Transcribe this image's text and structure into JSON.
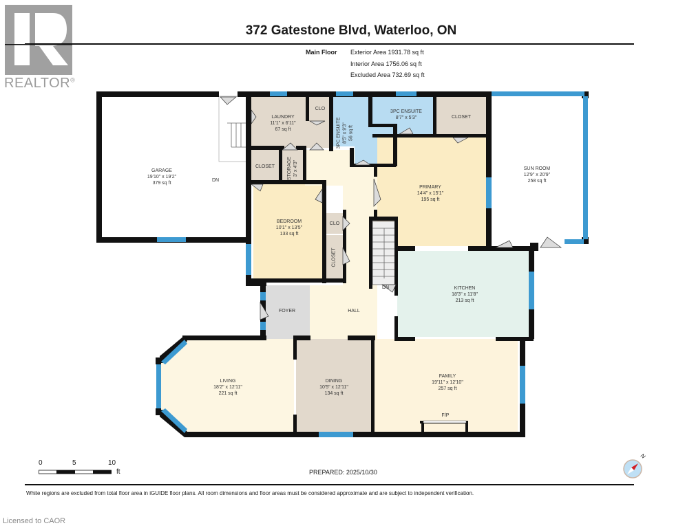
{
  "header": {
    "logo_text": "REALTOR",
    "logo_mark": "®",
    "title": "372 Gatestone Blvd, Waterloo, ON",
    "floor_name": "Main Floor",
    "areas": [
      "Exterior Area 1931.78 sq ft",
      "Interior Area 1756.06 sq ft",
      "Excluded Area 732.69 sq ft"
    ]
  },
  "rooms": {
    "garage": {
      "name": "GARAGE",
      "dims": "19'10\" x 19'2\"",
      "area": "379 sq ft"
    },
    "laundry": {
      "name": "LAUNDRY",
      "dims": "11'1\" x 6'11\"",
      "area": "67 sq ft"
    },
    "clo_laundry": {
      "name": "CLO"
    },
    "ensuite_a": {
      "name": "3PC ENSUITE",
      "dims": "8'5\" x 9'3\"",
      "area": "56 sq ft"
    },
    "ensuite_b": {
      "name": "3PC ENSUITE",
      "dims": "8'7\" x 5'3\""
    },
    "closet_primary": {
      "name": "CLOSET"
    },
    "sun_room": {
      "name": "SUN ROOM",
      "dims": "12'9\" x 20'9\"",
      "area": "258 sq ft"
    },
    "closet_bed": {
      "name": "CLOSET"
    },
    "storage": {
      "name": "STORAGE",
      "dims": "3' x 4'3\""
    },
    "bedroom": {
      "name": "BEDROOM",
      "dims": "10'1\" x 13'5\"",
      "area": "133 sq ft"
    },
    "clo_hall": {
      "name": "CLO"
    },
    "closet_hall": {
      "name": "CLOSET"
    },
    "primary": {
      "name": "PRIMARY",
      "dims": "14'4\" x 15'1\"",
      "area": "195 sq ft"
    },
    "kitchen": {
      "name": "KITCHEN",
      "dims": "18'3\" x 11'8\"",
      "area": "213 sq ft"
    },
    "foyer": {
      "name": "FOYER"
    },
    "hall": {
      "name": "HALL"
    },
    "living": {
      "name": "LIVING",
      "dims": "18'2\" x 12'11\"",
      "area": "221 sq ft"
    },
    "dining": {
      "name": "DINING",
      "dims": "10'5\" x 12'11\"",
      "area": "134 sq ft"
    },
    "family": {
      "name": "FAMILY",
      "dims": "19'11\" x 12'10\"",
      "area": "257 sq ft"
    }
  },
  "annotations": {
    "garage_stairs": "DN",
    "hall_stairs": "DN",
    "fireplace": "F/P"
  },
  "scale": {
    "ticks": [
      "0",
      "5",
      "10"
    ],
    "unit": "ft"
  },
  "compass": {
    "north_label": "N"
  },
  "footer": {
    "prepared": "PREPARED: 2025/10/30",
    "disclaimer": "White regions are excluded from total floor area in iGUIDE floor plans. All room dimensions and floor areas must be considered approximate and are subject to independent verification.",
    "licensed": "Licensed to CAOR"
  },
  "colors": {
    "wall": "#111111",
    "window": "#3d9ad1",
    "bedroom_fill": "#fbecc4",
    "primary_fill": "#fbecc4",
    "hall_fill": "#fdf6e0",
    "living_fill": "#fdf6e2",
    "family_fill": "#fdf3dc",
    "kitchen_fill": "#e4f2ec",
    "bath_fill": "#b8dcf2",
    "utility_fill": "#e2d9cc",
    "foyer_fill": "#dcdcdc",
    "garage_fill": "#ffffff"
  }
}
